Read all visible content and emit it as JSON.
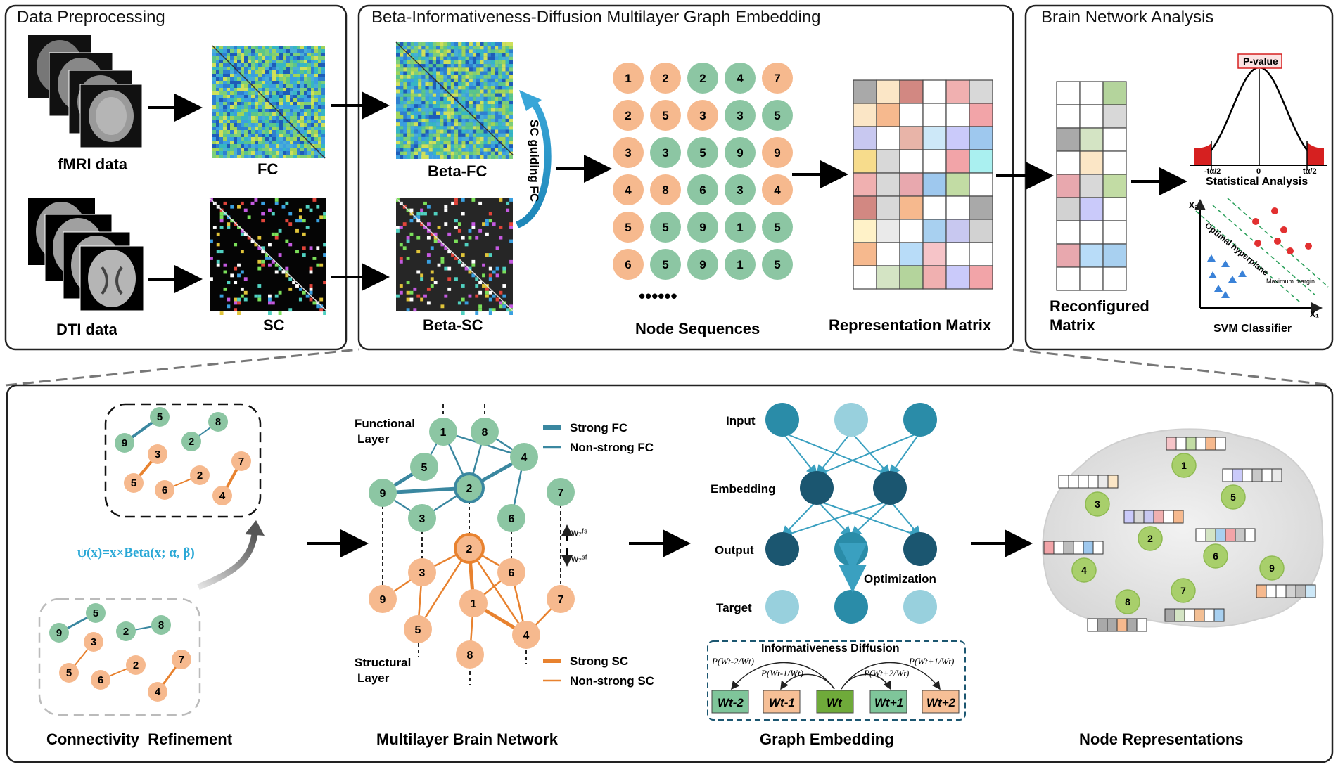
{
  "panels": {
    "preprocessing": "Data Preprocessing",
    "embedding": "Beta-Informativeness-Diffusion Multilayer Graph Embedding",
    "analysis": "Brain Network Analysis"
  },
  "labels": {
    "fmri": "fMRI data",
    "dti": "DTI data",
    "fc": "FC",
    "sc": "SC",
    "beta_fc": "Beta-FC",
    "beta_sc": "Beta-SC",
    "sc_guiding": "SC guiding FC",
    "node_sequences": "Node Sequences",
    "dots": "••••••",
    "representation_matrix": "Representation Matrix",
    "reconfigured": "Reconfigured",
    "matrix": "Matrix",
    "pvalue": "P-value",
    "neg_t": "-tα/2",
    "zero": "0",
    "pos_t": "tα/2",
    "statistical": "Statistical Analysis",
    "x2": "X₂",
    "x1": "X₁",
    "hyperplane": "Optimal hyperplane",
    "max_margin": "Maximum margin",
    "svm": "SVM Classifier"
  },
  "node_sequence_rows": [
    [
      "1",
      "2",
      "2",
      "4",
      "7"
    ],
    [
      "2",
      "5",
      "3",
      "3",
      "5"
    ],
    [
      "3",
      "3",
      "5",
      "9",
      "9"
    ],
    [
      "4",
      "8",
      "6",
      "3",
      "4"
    ],
    [
      "5",
      "5",
      "9",
      "1",
      "5"
    ],
    [
      "6",
      "5",
      "9",
      "1",
      "5"
    ]
  ],
  "bottom": {
    "formula": "ψ(x)=x×Beta(x; α, β)",
    "conn_ref": "Connectivity  Refinement",
    "multilayer": "Multilayer Brain Network",
    "graph_embedding": "Graph Embedding",
    "node_reps": "Node Representations",
    "functional": "Functional",
    "structural": "Structural",
    "layer": "Layer",
    "strong_fc": "Strong FC",
    "nonstrong_fc": "Non-strong FC",
    "strong_sc": "Strong SC",
    "nonstrong_sc": "Non-strong SC",
    "w7fs": "w₇ᶠˢ",
    "w7sf": "w₇ˢᶠ",
    "input": "Input",
    "embedding": "Embedding",
    "output": "Output",
    "target": "Target",
    "optimization": "Optimization",
    "info_diffusion": "Informativeness Diffusion",
    "p_wt2m": "P(Wt-2/Wt)",
    "p_wt1m": "P(Wt-1/Wt)",
    "p_wt2p": "P(Wt+2/Wt)",
    "p_wt1p": "P(Wt+1/Wt)",
    "wt_m2": "Wt-2",
    "wt_m1": "Wt-1",
    "wt": "Wt",
    "wt_p1": "Wt+1",
    "wt_p2": "Wt+2"
  },
  "colors": {
    "green_node": "#8cc6a3",
    "orange_node": "#f6b98e",
    "teal": "#2a8ca8",
    "dark_teal": "#1b5670",
    "light_teal": "#98d0dd",
    "orange_edge": "#e8822f",
    "blue_edge": "#3a87a0",
    "red": "#d62020"
  }
}
